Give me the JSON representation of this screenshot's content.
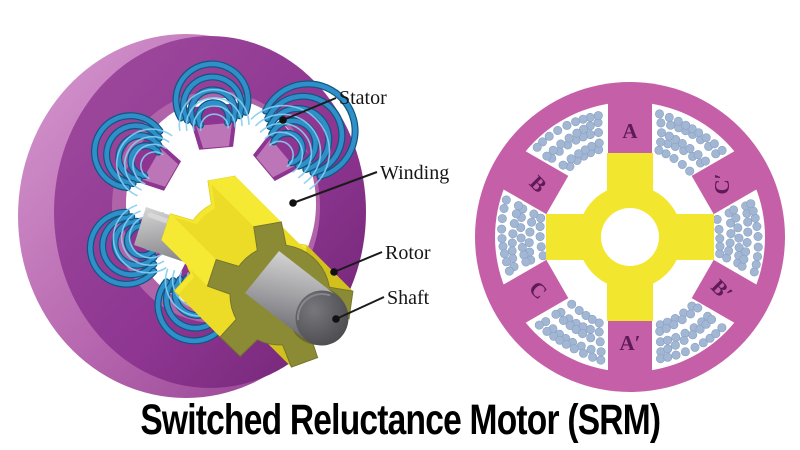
{
  "title": {
    "text": "Switched Reluctance Motor (SRM)",
    "color": "#000000"
  },
  "left_diagram": {
    "description": "3D cutaway view of a switched reluctance motor",
    "labels": [
      {
        "id": "stator",
        "text": "Stator"
      },
      {
        "id": "winding",
        "text": "Winding"
      },
      {
        "id": "rotor",
        "text": "Rotor"
      },
      {
        "id": "shaft",
        "text": "Shaft"
      }
    ],
    "colors": {
      "stator_rim_pink": "#cb8ac6",
      "stator_face_purple": "#8d3591",
      "stator_dark_purple": "#73276f",
      "bore_inner_pink": "#b163a9",
      "winding_blue": "#2f8fc8",
      "winding_blue_dark": "#0e5680",
      "winding_blue_light": "#86cdef",
      "rotor_yellow": "#f4e72e",
      "rotor_olive_face": "#8b8b36",
      "shaft_gray": "#9c9c9c",
      "shaft_cap_dark": "#4b4b4f",
      "label_text": "#161616"
    }
  },
  "right_diagram": {
    "description": "Cross-section of 6/4 switched reluctance motor with phase windings",
    "stator_pole_count": 6,
    "rotor_pole_count": 4,
    "phase_labels": [
      {
        "label": "A",
        "angle_deg": 90,
        "rotation_deg": 0
      },
      {
        "label": "C′",
        "angle_deg": 30,
        "rotation_deg": -90
      },
      {
        "label": "B",
        "angle_deg": 150,
        "rotation_deg": 45
      },
      {
        "label": "C",
        "angle_deg": 210,
        "rotation_deg": 45
      },
      {
        "label": "A′",
        "angle_deg": 270,
        "rotation_deg": 0
      },
      {
        "label": "B′",
        "angle_deg": 330,
        "rotation_deg": 45
      }
    ],
    "colors": {
      "stator_pink": "#c55fa7",
      "rotor_yellow": "#f3e62e",
      "winding_dots": "#a2b7d4",
      "winding_dots_edge": "#8aa0c0",
      "phase_label_text": "#5e1b56"
    }
  }
}
